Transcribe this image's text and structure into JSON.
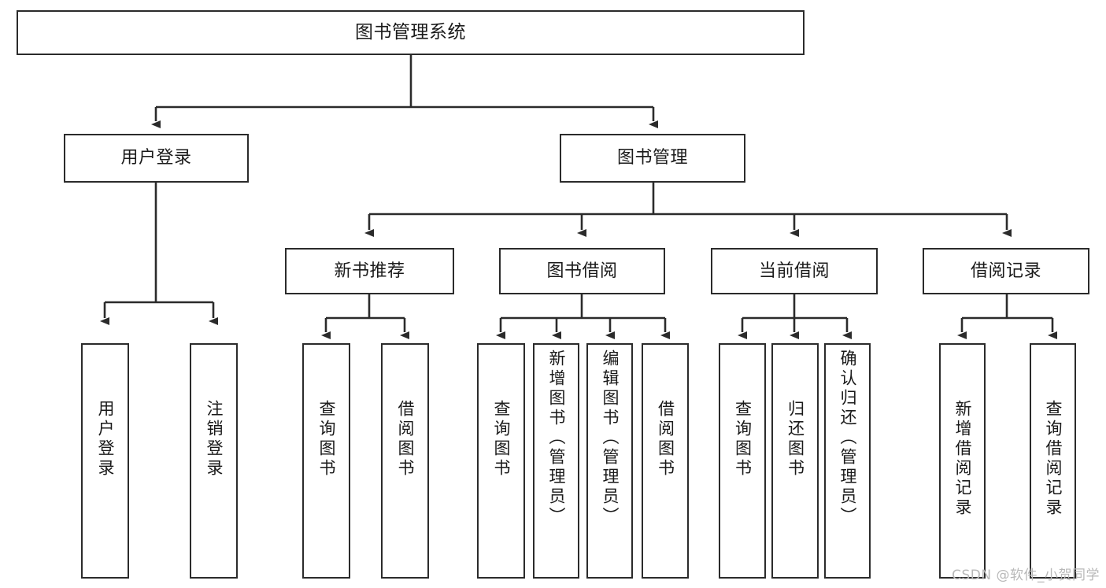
{
  "diagram": {
    "title": "图书管理系统",
    "type": "tree-structure-chart",
    "watermark": "CSDN @软件_小贺同学",
    "colors": {
      "box_border": "#2b2b2b",
      "box_fill": "#ffffff",
      "edge": "#2b2b2b",
      "text": "#1a1a1a",
      "watermark": "#b8b8b8"
    },
    "root": {
      "label": "图书管理系统"
    },
    "level2": [
      {
        "label": "用户登录"
      },
      {
        "label": "图书管理"
      }
    ],
    "level3": [
      {
        "label": "新书推荐"
      },
      {
        "label": "图书借阅"
      },
      {
        "label": "当前借阅"
      },
      {
        "label": "借阅记录"
      }
    ],
    "leaves": {
      "user_login": [
        {
          "label": "用户登录"
        },
        {
          "label": "注销登录"
        }
      ],
      "new_book_recommend": [
        {
          "label": "查询图书"
        },
        {
          "label": "借阅图书"
        }
      ],
      "book_borrow": [
        {
          "label": "查询图书"
        },
        {
          "label": "新增图书（管理员）"
        },
        {
          "label": "编辑图书（管理员）"
        },
        {
          "label": "借阅图书"
        }
      ],
      "current_borrow": [
        {
          "label": "查询图书"
        },
        {
          "label": "归还图书"
        },
        {
          "label": "确认归还（管理员）"
        }
      ],
      "borrow_record": [
        {
          "label": "新增借阅记录"
        },
        {
          "label": "查询借阅记录"
        }
      ]
    }
  }
}
